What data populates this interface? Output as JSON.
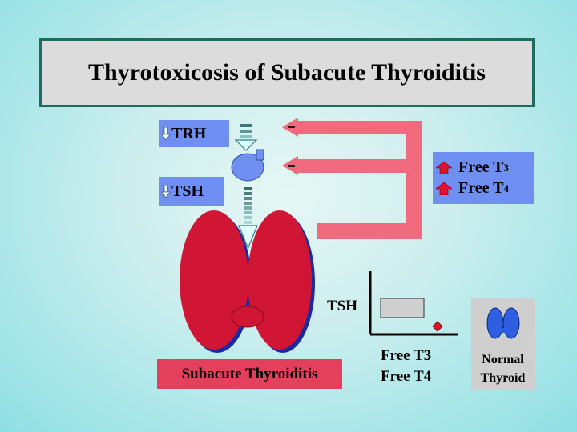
{
  "title": "Thyrotoxicosis of Subacute Thyroiditis",
  "hormones": {
    "trh_label": "TRH",
    "tsh_label": "TSH"
  },
  "free_hormones": {
    "t3_label": "Free T",
    "t3_sub": "3",
    "t4_label": "Free T",
    "t4_sub": "4"
  },
  "condition_label": "Subacute Thyroiditis",
  "graph": {
    "y_label": "TSH",
    "x_label_line1": "Free T3",
    "x_label_line2": "Free T4"
  },
  "normal": {
    "line1": "Normal",
    "line2": "Thyroid"
  },
  "colors": {
    "title_border": "#1f6b5c",
    "label_bg": "#6f8ff3",
    "feedback_arrow": "#f26a7e",
    "thyroid": "#d01535",
    "condition_bg": "#e4405c",
    "pituitary": "#6f8ff3",
    "normal_thyroid": "#2e5fe0"
  }
}
